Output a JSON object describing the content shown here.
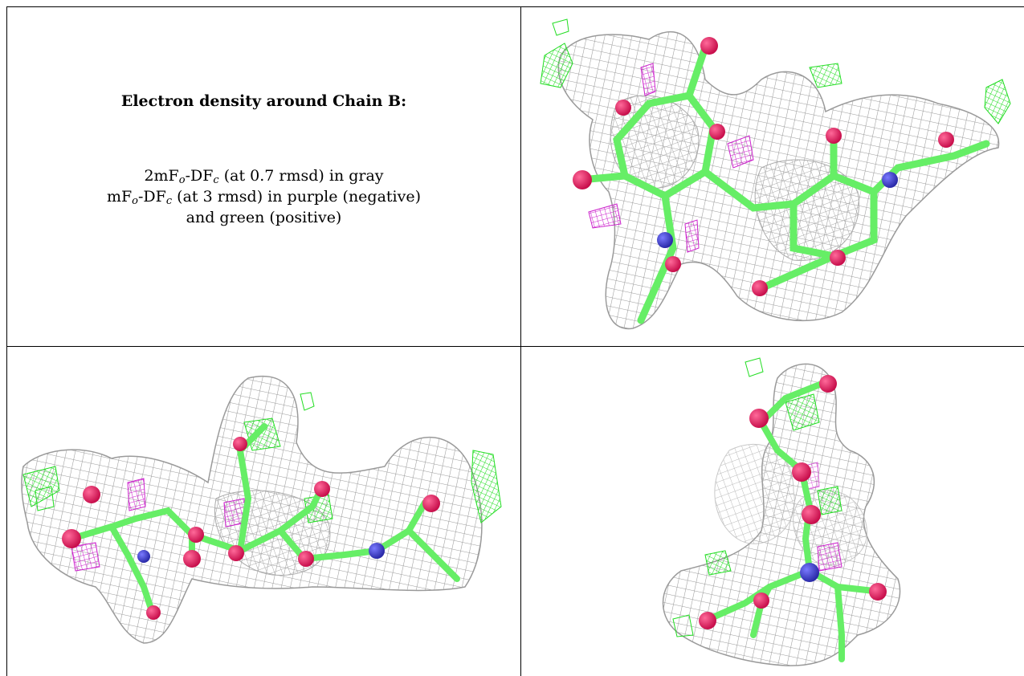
{
  "caption": {
    "title": "Electron density around Chain B:",
    "line1": {
      "prefix": "2mF",
      "sub_o": "o",
      "mid": "-DF",
      "sub_c": "c",
      "rest": " (at 0.7 rmsd) in gray"
    },
    "line2": {
      "prefix": "mF",
      "sub_o": "o",
      "mid": "-DF",
      "sub_c": "c",
      "rest": " (at 3 rmsd) in purple (negative)"
    },
    "line3": "and green (positive)"
  },
  "colors": {
    "mesh_2fofc": "#a9a9a9",
    "mesh_negative": "#cc22cc",
    "mesh_positive": "#22dd22",
    "carbon": "#66ee66",
    "oxygen": "#e0155a",
    "nitrogen": "#3a3ad0"
  },
  "panels": [
    {
      "name": "view-top-right",
      "icon": "electron-density-mesh-image"
    },
    {
      "name": "view-bottom-left",
      "icon": "electron-density-mesh-image"
    },
    {
      "name": "view-bottom-right",
      "icon": "electron-density-mesh-image"
    }
  ]
}
